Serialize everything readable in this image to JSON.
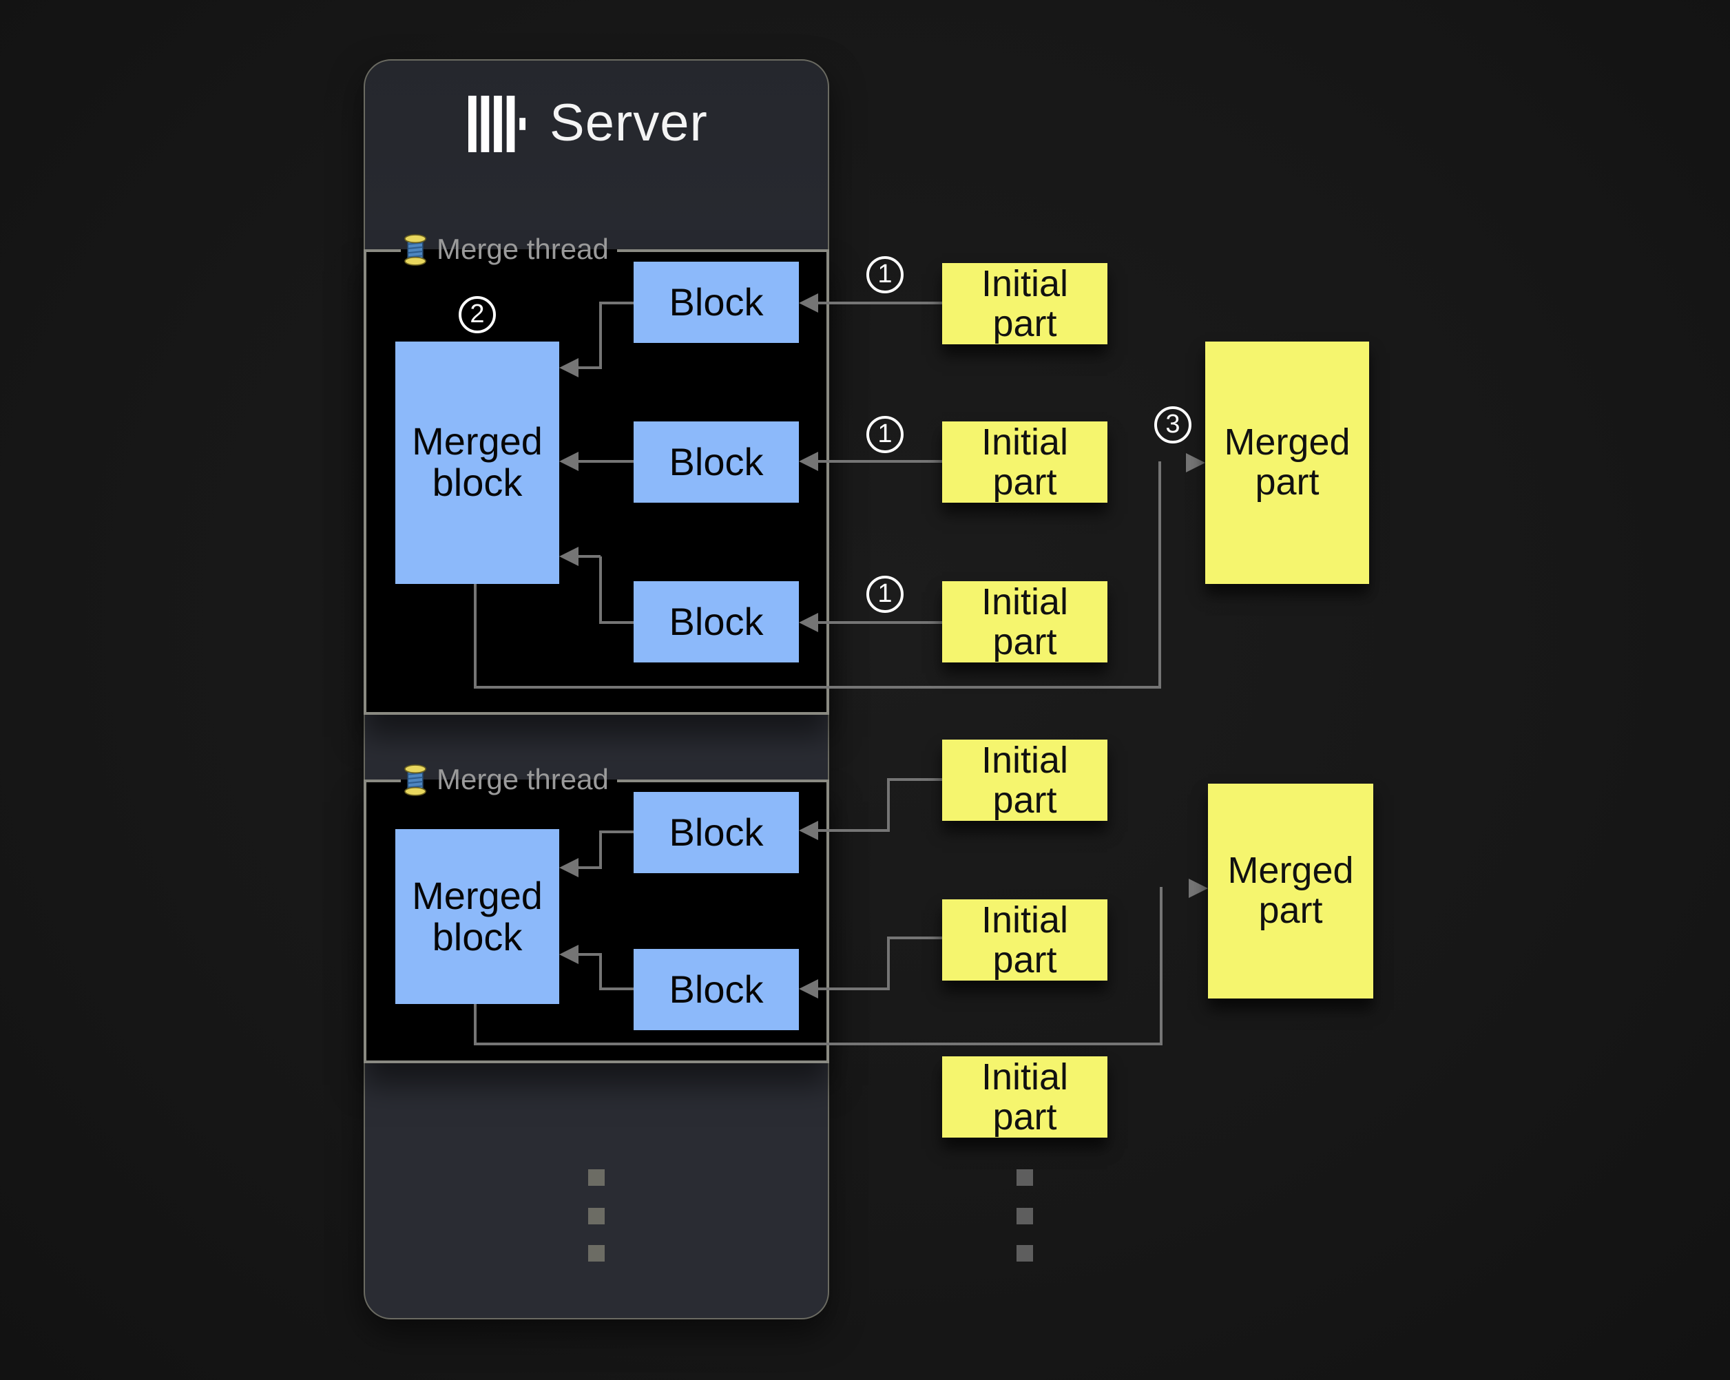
{
  "colors": {
    "background": "#181818",
    "server_bg": "#2a2c33",
    "panel_bg": "#000000",
    "panel_border": "#8a8a82",
    "block_blue": "#8cb9fa",
    "part_yellow": "#f5f56e",
    "line_gray": "#757575",
    "label_gray": "#9a9a9a",
    "title_white": "#f4f4f4"
  },
  "server": {
    "title": "Server",
    "logo_icon": "clickhouse-bars-logo",
    "ellipsis_icon": "vertical-ellipsis-dots"
  },
  "threads": [
    {
      "label": "Merge thread",
      "icon": "thread-spool-emoji",
      "merged_block": "Merged block",
      "blocks": [
        "Block",
        "Block",
        "Block"
      ]
    },
    {
      "label": "Merge thread",
      "icon": "thread-spool-emoji",
      "merged_block": "Merged block",
      "blocks": [
        "Block",
        "Block"
      ]
    }
  ],
  "badges": {
    "step1": "1",
    "step2": "2",
    "step3": "3"
  },
  "parts": {
    "initial": [
      "Initial part",
      "Initial part",
      "Initial part",
      "Initial part",
      "Initial part",
      "Initial part"
    ],
    "merged": [
      "Merged part",
      "Merged part"
    ]
  }
}
